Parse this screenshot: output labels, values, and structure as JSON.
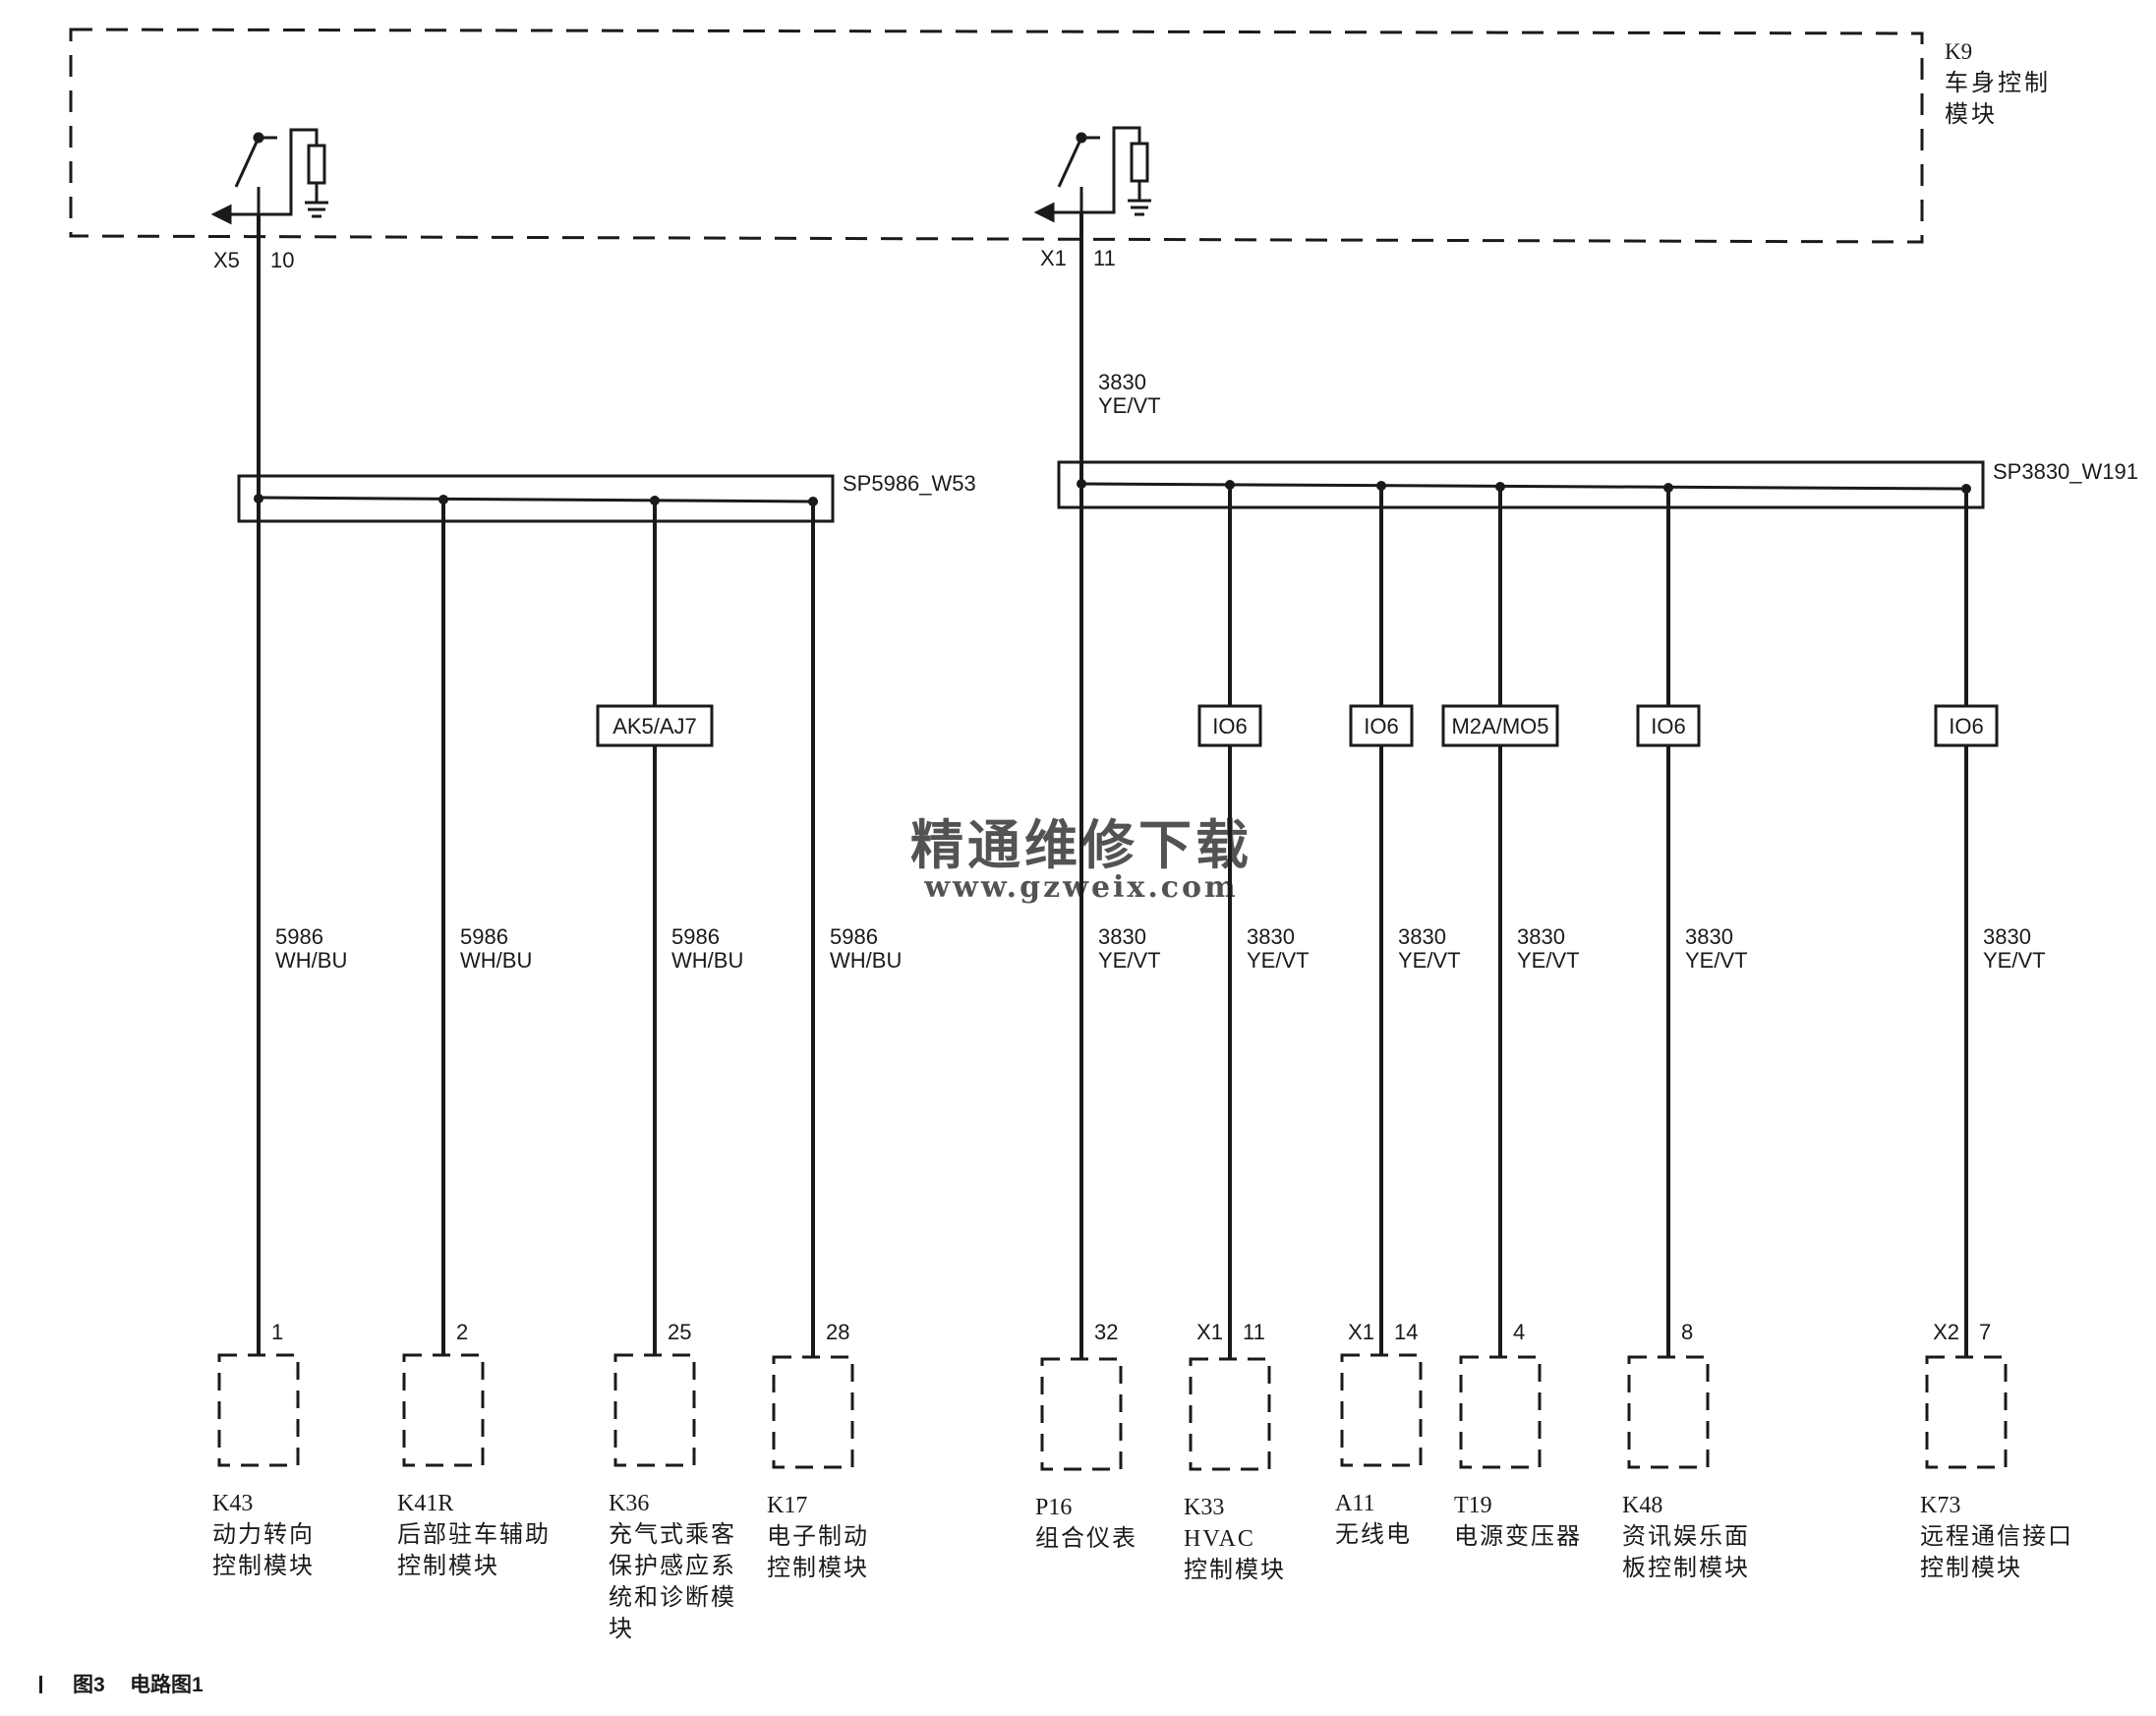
{
  "module": {
    "id": "K9",
    "name_line1": "车身控制",
    "name_line2": "模块"
  },
  "outputs": {
    "left": {
      "connector": "X5",
      "pin": "10"
    },
    "right": {
      "connector": "X1",
      "pin": "11",
      "circuit": "3830",
      "color": "YE/VT"
    }
  },
  "splices": {
    "left": {
      "label": "SP5986_W53"
    },
    "right": {
      "label": "SP3830_W191"
    }
  },
  "branches": [
    {
      "circuit": "5986",
      "color": "WH/BU",
      "pin": "1",
      "connector": "",
      "option": "",
      "ref": "K43",
      "name": [
        "动力转向",
        "控制模块"
      ]
    },
    {
      "circuit": "5986",
      "color": "WH/BU",
      "pin": "2",
      "connector": "",
      "option": "",
      "ref": "K41R",
      "name": [
        "后部驻车辅助",
        "控制模块"
      ]
    },
    {
      "circuit": "5986",
      "color": "WH/BU",
      "pin": "25",
      "connector": "",
      "option": "AK5/AJ7",
      "ref": "K36",
      "name": [
        "充气式乘客",
        "保护感应系",
        "统和诊断模",
        "块"
      ]
    },
    {
      "circuit": "5986",
      "color": "WH/BU",
      "pin": "28",
      "connector": "",
      "option": "",
      "ref": "K17",
      "name": [
        "电子制动",
        "控制模块"
      ]
    },
    {
      "circuit": "3830",
      "color": "YE/VT",
      "pin": "32",
      "connector": "",
      "option": "",
      "ref": "P16",
      "name": [
        "组合仪表"
      ]
    },
    {
      "circuit": "3830",
      "color": "YE/VT",
      "pin": "11",
      "connector": "X1",
      "option": "IO6",
      "ref": "K33",
      "name": [
        "HVAC",
        "控制模块"
      ]
    },
    {
      "circuit": "3830",
      "color": "YE/VT",
      "pin": "14",
      "connector": "X1",
      "option": "IO6",
      "ref": "A11",
      "name": [
        "无线电"
      ]
    },
    {
      "circuit": "3830",
      "color": "YE/VT",
      "pin": "4",
      "connector": "",
      "option": "M2A/MO5",
      "ref": "T19",
      "name": [
        "电源变压器"
      ]
    },
    {
      "circuit": "3830",
      "color": "YE/VT",
      "pin": "8",
      "connector": "",
      "option": "IO6",
      "ref": "K48",
      "name": [
        "资讯娱乐面",
        "板控制模块"
      ]
    },
    {
      "circuit": "3830",
      "color": "YE/VT",
      "pin": "7",
      "connector": "X2",
      "option": "IO6",
      "ref": "K73",
      "name": [
        "远程通信接口",
        "控制模块"
      ]
    }
  ],
  "watermark": {
    "line1": "精通维修下载",
    "line2": "www.gzweix.com"
  },
  "caption": {
    "figure": "图3",
    "title": "电路图1"
  },
  "colors": {
    "line": "#1a1a1a",
    "watermark": "#f0b89c"
  }
}
